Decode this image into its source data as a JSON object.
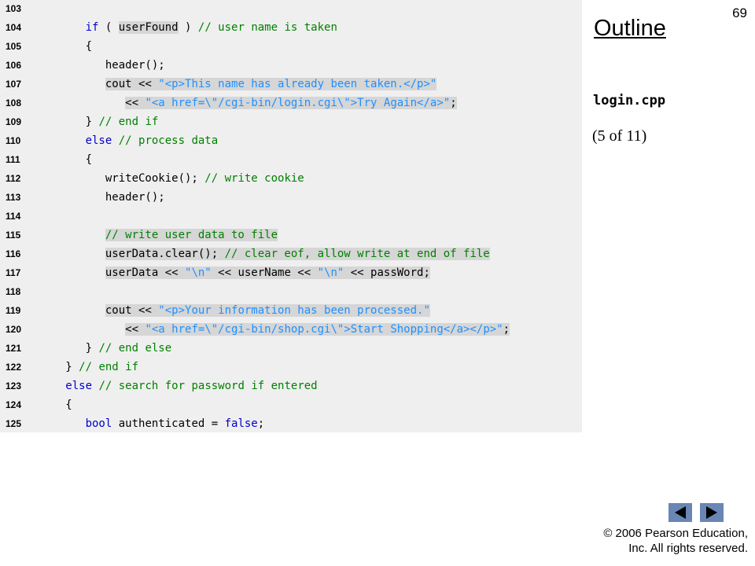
{
  "page_number": "69",
  "sidebar": {
    "outline_title": "Outline",
    "file_name": "login.cpp",
    "part_indicator": "(5 of 11)"
  },
  "code": {
    "lines": [
      {
        "n": "103",
        "segs": []
      },
      {
        "n": "104",
        "segs": [
          {
            "t": "      "
          },
          {
            "t": "if",
            "c": "kw"
          },
          {
            "t": " ( "
          },
          {
            "t": "userFound",
            "h": true
          },
          {
            "t": " ) "
          },
          {
            "t": "// user name is taken",
            "c": "cm"
          }
        ]
      },
      {
        "n": "105",
        "segs": [
          {
            "t": "      {"
          }
        ]
      },
      {
        "n": "106",
        "segs": [
          {
            "t": "         header();"
          }
        ]
      },
      {
        "n": "107",
        "segs": [
          {
            "t": "         "
          },
          {
            "t": "cout << ",
            "h": true
          },
          {
            "t": "\"<p>This name has already been taken.</p>\"",
            "c": "str",
            "h": true
          }
        ]
      },
      {
        "n": "108",
        "segs": [
          {
            "t": "            "
          },
          {
            "t": "<< ",
            "h": true
          },
          {
            "t": "\"<a href=\\\"/cgi-bin/login.cgi\\\">Try Again</a>\"",
            "c": "str",
            "h": true
          },
          {
            "t": ";",
            "h": true
          }
        ]
      },
      {
        "n": "109",
        "segs": [
          {
            "t": "      } "
          },
          {
            "t": "// end if",
            "c": "cm"
          }
        ]
      },
      {
        "n": "110",
        "segs": [
          {
            "t": "      "
          },
          {
            "t": "else",
            "c": "kw"
          },
          {
            "t": " "
          },
          {
            "t": "// process data",
            "c": "cm"
          }
        ]
      },
      {
        "n": "111",
        "segs": [
          {
            "t": "      {"
          }
        ]
      },
      {
        "n": "112",
        "segs": [
          {
            "t": "         writeCookie(); "
          },
          {
            "t": "// write cookie",
            "c": "cm"
          }
        ]
      },
      {
        "n": "113",
        "segs": [
          {
            "t": "         header();"
          }
        ]
      },
      {
        "n": "114",
        "segs": []
      },
      {
        "n": "115",
        "segs": [
          {
            "t": "         "
          },
          {
            "t": "// write user data to file",
            "c": "cm",
            "h": true
          }
        ]
      },
      {
        "n": "116",
        "segs": [
          {
            "t": "         "
          },
          {
            "t": "userData.clear(); ",
            "h": true
          },
          {
            "t": "// clear eof, allow write at end of file",
            "c": "cm",
            "h": true
          }
        ]
      },
      {
        "n": "117",
        "segs": [
          {
            "t": "         "
          },
          {
            "t": "userData << ",
            "h": true
          },
          {
            "t": "\"\\n\"",
            "c": "str",
            "h": true
          },
          {
            "t": " << userName << ",
            "h": true
          },
          {
            "t": "\"\\n\"",
            "c": "str",
            "h": true
          },
          {
            "t": " << passWord;",
            "h": true
          }
        ]
      },
      {
        "n": "118",
        "segs": []
      },
      {
        "n": "119",
        "segs": [
          {
            "t": "         "
          },
          {
            "t": "cout << ",
            "h": true
          },
          {
            "t": "\"<p>Your information has been processed.\"",
            "c": "str",
            "h": true
          }
        ]
      },
      {
        "n": "120",
        "segs": [
          {
            "t": "            "
          },
          {
            "t": "<< ",
            "h": true
          },
          {
            "t": "\"<a href=\\\"/cgi-bin/shop.cgi\\\">Start Shopping</a></p>\"",
            "c": "str",
            "h": true
          },
          {
            "t": ";",
            "h": true
          }
        ]
      },
      {
        "n": "121",
        "segs": [
          {
            "t": "      } "
          },
          {
            "t": "// end else",
            "c": "cm"
          }
        ]
      },
      {
        "n": "122",
        "segs": [
          {
            "t": "   } "
          },
          {
            "t": "// end if",
            "c": "cm"
          }
        ]
      },
      {
        "n": "123",
        "segs": [
          {
            "t": "   "
          },
          {
            "t": "else",
            "c": "kw"
          },
          {
            "t": " "
          },
          {
            "t": "// search for password if entered",
            "c": "cm"
          }
        ]
      },
      {
        "n": "124",
        "segs": [
          {
            "t": "   {"
          }
        ]
      },
      {
        "n": "125",
        "segs": [
          {
            "t": "      "
          },
          {
            "t": "bool",
            "c": "kw"
          },
          {
            "t": " authenticated = "
          },
          {
            "t": "false",
            "c": "kw"
          },
          {
            "t": ";"
          }
        ]
      }
    ]
  },
  "nav": {
    "prev_icon": "triangle-left",
    "next_icon": "triangle-right",
    "button_color": "#6a86b5"
  },
  "footer": {
    "copyright_line1": "© 2006 Pearson Education,",
    "copyright_line2": "Inc.  All rights reserved."
  },
  "colors": {
    "keyword": "#0000cc",
    "comment": "#008000",
    "string": "#1e90ff",
    "highlight": "#d6d6d6",
    "code_background": "#efefef"
  }
}
